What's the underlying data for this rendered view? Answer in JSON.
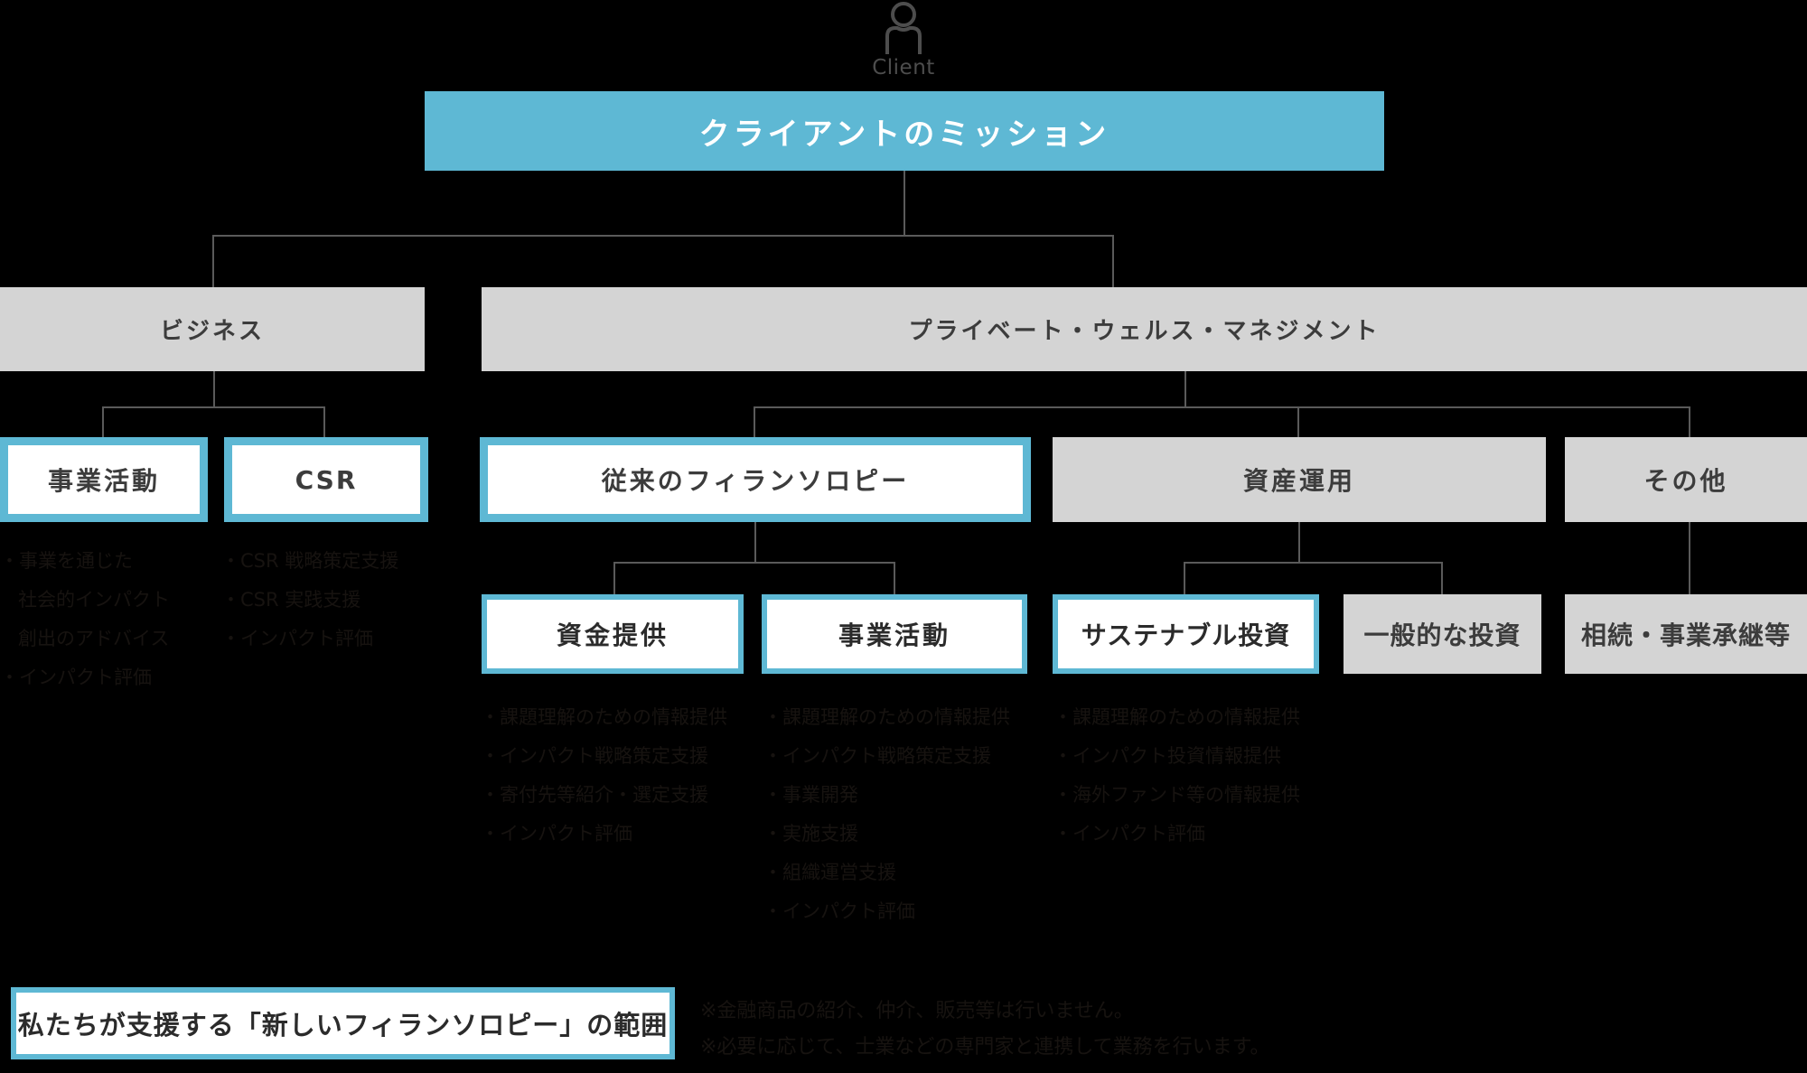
{
  "colors": {
    "accent_teal": "#5eb8d4",
    "gray_box": "#d4d4d4",
    "line": "#5a5a5a",
    "text_dark": "#3c3c3c",
    "bullet_text": "#171310",
    "background": "#000000"
  },
  "client": {
    "icon": "person-icon",
    "label": "Client"
  },
  "root": {
    "label": "クライアントのミッション"
  },
  "level2": [
    {
      "id": "business",
      "label": "ビジネス",
      "style": "gray"
    },
    {
      "id": "pwm",
      "label": "プライベート・ウェルス・マネジメント",
      "style": "gray"
    }
  ],
  "level3": [
    {
      "id": "business-activity",
      "label": "事業活動",
      "style": "highlight"
    },
    {
      "id": "csr",
      "label": "CSR",
      "style": "highlight"
    },
    {
      "id": "traditional-philanthropy",
      "label": "従来のフィランソロピー",
      "style": "highlight"
    },
    {
      "id": "asset-management",
      "label": "資産運用",
      "style": "gray"
    },
    {
      "id": "other",
      "label": "その他",
      "style": "gray"
    }
  ],
  "level4": [
    {
      "id": "funding",
      "label": "資金提供",
      "style": "highlight"
    },
    {
      "id": "business-activity-2",
      "label": "事業活動",
      "style": "highlight"
    },
    {
      "id": "sustainable-investment",
      "label": "サステナブル投資",
      "style": "highlight"
    },
    {
      "id": "general-investment",
      "label": "一般的な投資",
      "style": "gray"
    },
    {
      "id": "inheritance",
      "label": "相続・事業承継等",
      "style": "gray"
    }
  ],
  "bullets": {
    "business_activity": [
      "・事業を通じた",
      "社会的インパクト",
      "創出のアドバイス",
      "・インパクト評価"
    ],
    "csr": [
      "・CSR 戦略策定支援",
      "・CSR 実践支援",
      "・インパクト評価"
    ],
    "funding": [
      "・課題理解のための情報提供",
      "・インパクト戦略策定支援",
      "・寄付先等紹介・選定支援",
      "・インパクト評価"
    ],
    "business_activity_2": [
      "・課題理解のための情報提供",
      "・インパクト戦略策定支援",
      "・事業開発",
      "・実施支援",
      "・組織運営支援",
      "・インパクト評価"
    ],
    "sustainable_investment": [
      "・課題理解のための情報提供",
      "・インパクト投資情報提供",
      "・海外ファンド等の情報提供",
      "・インパクト評価"
    ]
  },
  "legend": {
    "label": "私たちが支援する「新しいフィランソロピー」の範囲"
  },
  "notes": [
    "※金融商品の紹介、仲介、販売等は行いません。",
    "※必要に応じて、士業などの専門家と連携して業務を行います。"
  ]
}
